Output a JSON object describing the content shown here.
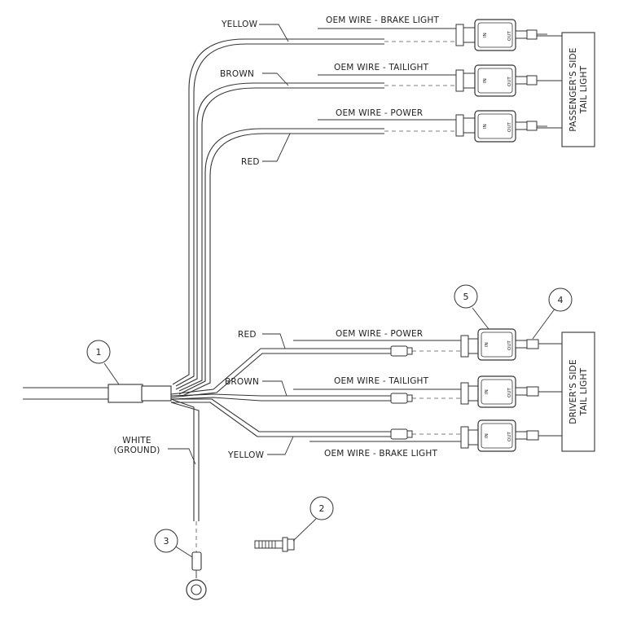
{
  "wire_labels": {
    "top_yellow": "YELLOW",
    "top_brown": "BROWN",
    "top_red": "RED",
    "bottom_red": "RED",
    "bottom_brown": "BROWN",
    "bottom_yellow": "YELLOW",
    "white_line1": "WHITE",
    "white_line2": "(GROUND)"
  },
  "oem_labels": {
    "top_brake": "OEM WIRE - BRAKE LIGHT",
    "top_tail": "OEM WIRE - TAILIGHT",
    "top_power": "OEM WIRE - POWER",
    "bottom_power": "OEM WIRE - POWER",
    "bottom_tail": "OEM WIRE - TAILIGHT",
    "bottom_brake": "OEM WIRE - BRAKE LIGHT"
  },
  "side_boxes": {
    "passenger_line1": "PASSENGER'S SIDE",
    "passenger_line2": "TAIL LIGHT",
    "driver_line1": "DRIVER'S SIDE",
    "driver_line2": "TAIL LIGHT"
  },
  "module_marks": {
    "in": "IN",
    "out": "OUT"
  },
  "callouts": [
    "1",
    "2",
    "3",
    "4",
    "5"
  ]
}
